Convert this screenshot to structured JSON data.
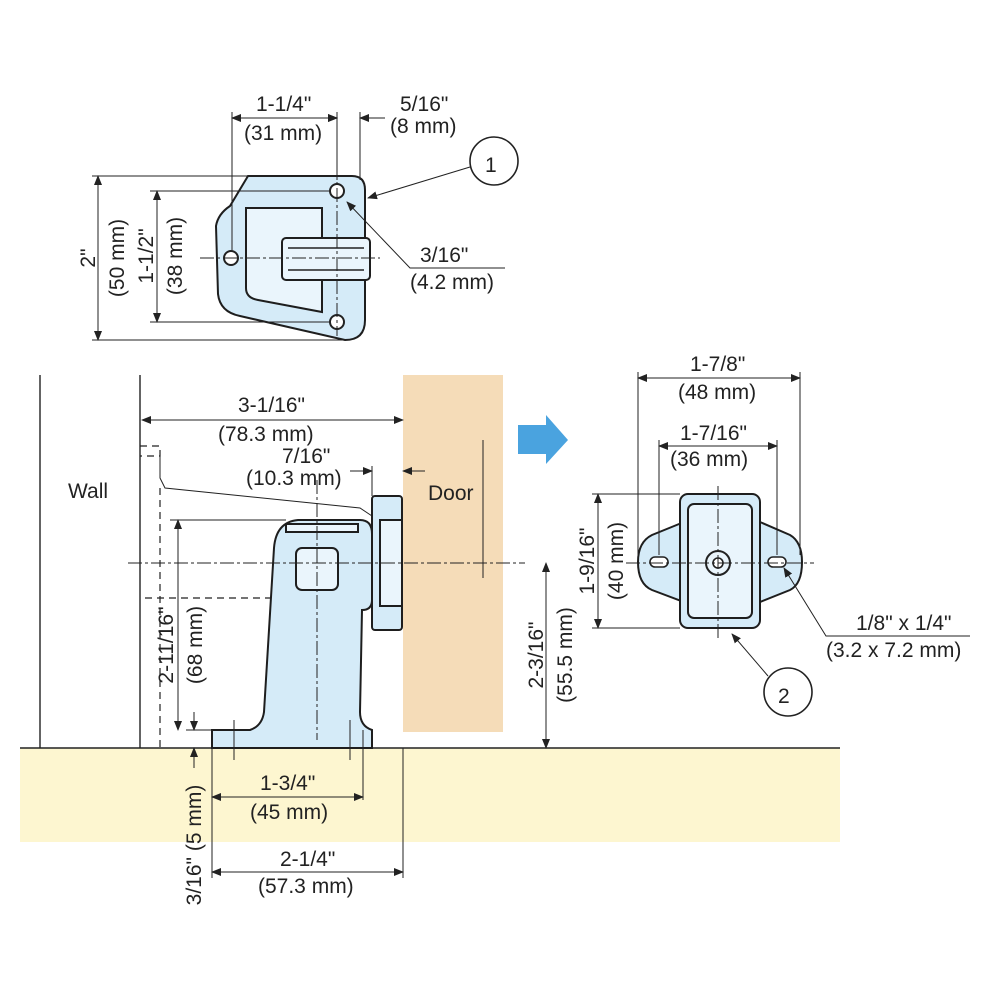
{
  "colors": {
    "part_fill": "#d5ebf8",
    "door_fill": "#f5dcb8",
    "floor_fill": "#fdf6d0",
    "arrow_blue": "#4aa3df",
    "line": "#222222"
  },
  "callouts": {
    "one": "1",
    "two": "2"
  },
  "labels": {
    "wall": "Wall",
    "door": "Door"
  },
  "dims": {
    "top_width_in": "1-1/4\"",
    "top_width_mm": "(31 mm)",
    "top_offset_in": "5/16\"",
    "top_offset_mm": "(8 mm)",
    "top_height_in": "2\"",
    "top_height_mm": "(50 mm)",
    "top_hole_pitch_in": "1-1/2\"",
    "top_hole_pitch_mm": "(38 mm)",
    "top_hole_in": "3/16\"",
    "top_hole_mm": "(4.2 mm)",
    "overall_len_in": "3-1/16\"",
    "overall_len_mm": "(78.3 mm)",
    "magnet_offset_in": "7/16\"",
    "magnet_offset_mm": "(10.3 mm)",
    "stop_height_in": "2-11/16\"",
    "stop_height_mm": "(68 mm)",
    "door_height_in": "2-3/16\"",
    "door_height_mm": "(55.5 mm)",
    "base_thick": "3/16\" (5 mm)",
    "base_pitch_in": "1-3/4\"",
    "base_pitch_mm": "(45 mm)",
    "base_len_in": "2-1/4\"",
    "base_len_mm": "(57.3 mm)",
    "plate_width_in": "1-7/8\"",
    "plate_width_mm": "(48 mm)",
    "plate_pitch_in": "1-7/16\"",
    "plate_pitch_mm": "(36 mm)",
    "plate_height_in": "1-9/16\"",
    "plate_height_mm": "(40 mm)",
    "slot_in": "1/8\" x 1/4\"",
    "slot_mm": "(3.2 x 7.2 mm)"
  }
}
